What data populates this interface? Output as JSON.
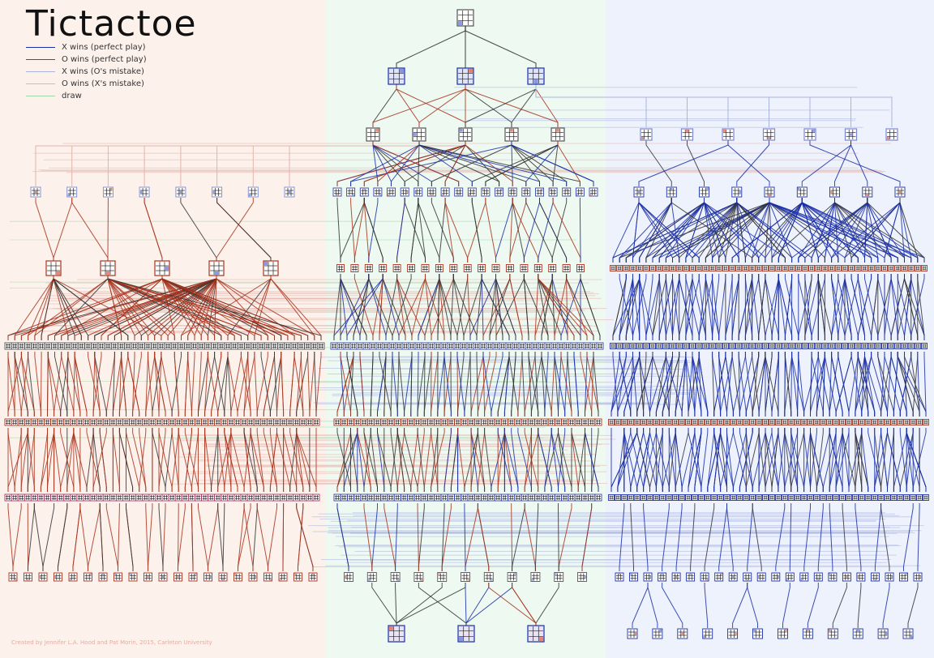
{
  "title": "Tictactoe",
  "legend": [
    {
      "label": "X wins (perfect play)",
      "color": "#1a2fa8"
    },
    {
      "label": "O wins (perfect play)",
      "color": "#a8321c"
    },
    {
      "label": "X wins (O's mistake)",
      "color": "#a9b4e0"
    },
    {
      "label": "O wins (X's mistake)",
      "color": "#e3b4ab"
    },
    {
      "label": "draw",
      "color": "#9ad8a4"
    }
  ],
  "credit": "Created by Jennifer L.A. Hood and Pat Morin, 2015, Carleton University",
  "colors": {
    "region_left": "#fdf1ec",
    "region_mid": "#eefaf1",
    "region_right": "#eef2fd",
    "x_perfect": "#1a2fa8",
    "o_perfect": "#a8321c",
    "x_mistake": "#a9b4e0",
    "o_mistake": "#e3b4ab",
    "draw": "#9ad8a4",
    "neutral_edge": "#333333"
  }
}
